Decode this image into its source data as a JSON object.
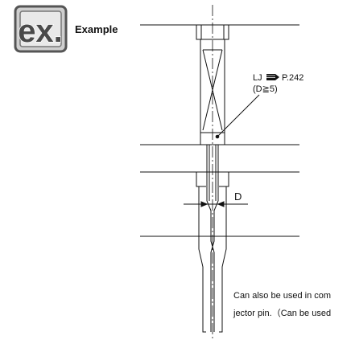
{
  "badge": {
    "text": "ex.",
    "label": "Example",
    "color_frame": "#555555",
    "color_bg": "#cfcfcf"
  },
  "callout": {
    "line1_prefix": "LJ",
    "line1_ref": "P.242",
    "line2": "(D≧5)"
  },
  "dimension": {
    "label": "D"
  },
  "note": {
    "line1": "Can also be used in com",
    "line2": "jector pin.（Can be used"
  },
  "colors": {
    "line": "#111111",
    "background": "#ffffff"
  }
}
